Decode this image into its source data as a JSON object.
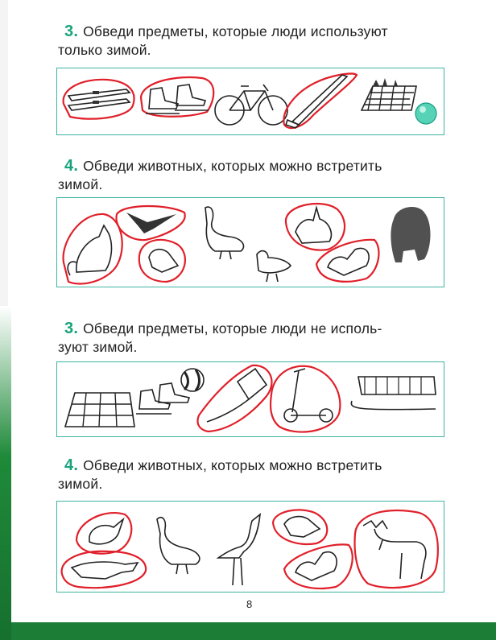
{
  "colors": {
    "accent": "#19a37c",
    "panel_border": "#3fb4a2",
    "ring": "#e0202a",
    "edge": "#1c7d36"
  },
  "tasks": [
    {
      "number": "3.",
      "line1": "Обведи предметы, которые люди используют",
      "line2": "только зимой."
    },
    {
      "number": "4.",
      "line1": "Обведи животных, которых можно встретить",
      "line2": "зимой."
    },
    {
      "number": "3.",
      "line1": "Обведи предметы, которые люди не исполь-",
      "line2": "зуют зимой."
    },
    {
      "number": "4.",
      "line1": "Обведи животных, которых можно встретить",
      "line2": "зимой."
    }
  ],
  "panels": [
    {
      "items": [
        "skis-icon",
        "skates-icon",
        "bicycle-icon",
        "hockey-stick-icon",
        "chessboard-icon",
        "ball-icon"
      ]
    },
    {
      "items": [
        "fox-icon",
        "crow-icon",
        "dove-icon",
        "goose-icon",
        "duckling-icon",
        "hare-icon",
        "squirrel-icon",
        "bear-icon"
      ]
    },
    {
      "items": [
        "checkers-board-icon",
        "skates-icon",
        "ball-icon",
        "kite-icon",
        "scooter-icon",
        "sled-icon"
      ]
    },
    {
      "items": [
        "tit-icon",
        "fox-icon",
        "goose-icon",
        "heron-icon",
        "sparrow-icon",
        "squirrel-icon",
        "moose-icon"
      ]
    }
  ],
  "page_number": "8"
}
